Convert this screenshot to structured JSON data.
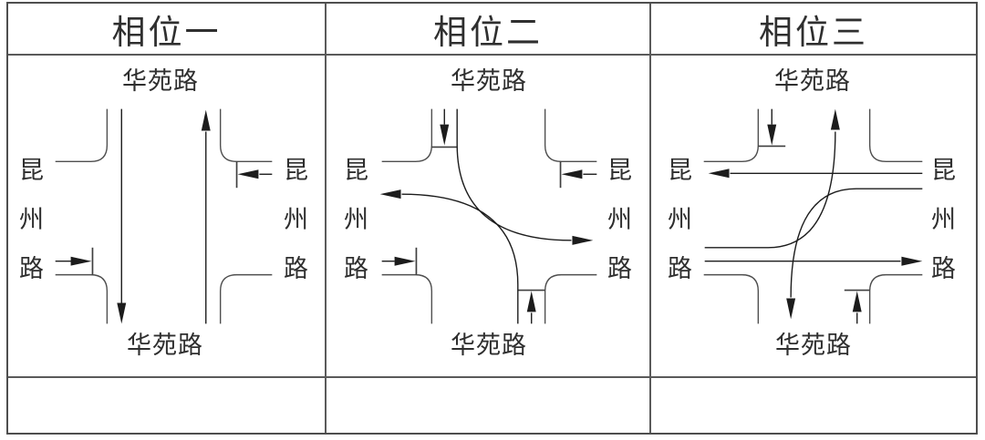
{
  "header": {
    "columns": [
      "相位一",
      "相位二",
      "相位三"
    ]
  },
  "roads": {
    "north_label": "华苑路",
    "south_label": "华苑路",
    "west_label": "昆州路",
    "east_label": "昆州路"
  },
  "phases": [
    {
      "title": "相位一",
      "allowed_movements": [
        "southbound-through",
        "northbound-through"
      ],
      "stopped_approaches": [
        "westbound-at-stop-line",
        "eastbound-at-stop-line"
      ]
    },
    {
      "title": "相位二",
      "allowed_movements": [
        "southbound-left-turn",
        "northbound-left-turn"
      ],
      "stopped_approaches": [
        "southbound-at-stop-line",
        "northbound-at-stop-line",
        "westbound-at-stop-line",
        "eastbound-at-stop-line"
      ]
    },
    {
      "title": "相位三",
      "allowed_movements": [
        "westbound-through",
        "eastbound-through",
        "eastbound-left-turn",
        "westbound-left-turn"
      ],
      "stopped_approaches": [
        "southbound-at-stop-line",
        "northbound-at-stop-line"
      ]
    }
  ],
  "footer": {
    "cells": [
      "",
      "",
      ""
    ]
  },
  "colors": {
    "background": "#ffffff",
    "border": "#5a5a5a",
    "road_line": "#4f4f4f",
    "stop_bar": "#3f3f3f",
    "arrow": "#1c1c1c",
    "text": "#2f2f2f"
  }
}
